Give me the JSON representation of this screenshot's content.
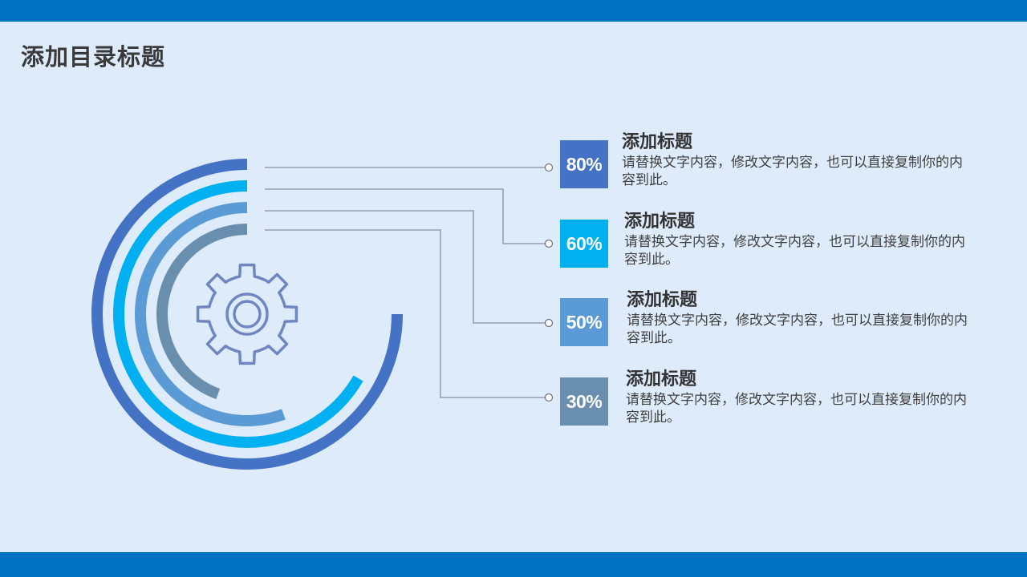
{
  "page": {
    "title": "添加目录标题",
    "accent_color": "#0070c0",
    "background_color": "#deebfb"
  },
  "center_icon": {
    "name": "gear-icon",
    "color": "#6f86c3"
  },
  "items": [
    {
      "percent": "80%",
      "value": 80,
      "color": "#4472c4",
      "title": "添加标题",
      "desc": "请替换文字内容，修改文字内容，也可以直接复制你的内容到此。"
    },
    {
      "percent": "60%",
      "value": 60,
      "color": "#00b0f0",
      "title": "添加标题",
      "desc": "请替换文字内容，修改文字内容，也可以直接复制你的内容到此。"
    },
    {
      "percent": "50%",
      "value": 50,
      "color": "#5b9bd5",
      "title": "添加标题",
      "desc": "请替换文字内容，修改文字内容，也可以直接复制你的内容到此。"
    },
    {
      "percent": "30%",
      "value": 30,
      "color": "#6a8fae",
      "title": "添加标题",
      "desc": "请替换文字内容，修改文字内容，也可以直接复制你的内容到此。"
    }
  ]
}
